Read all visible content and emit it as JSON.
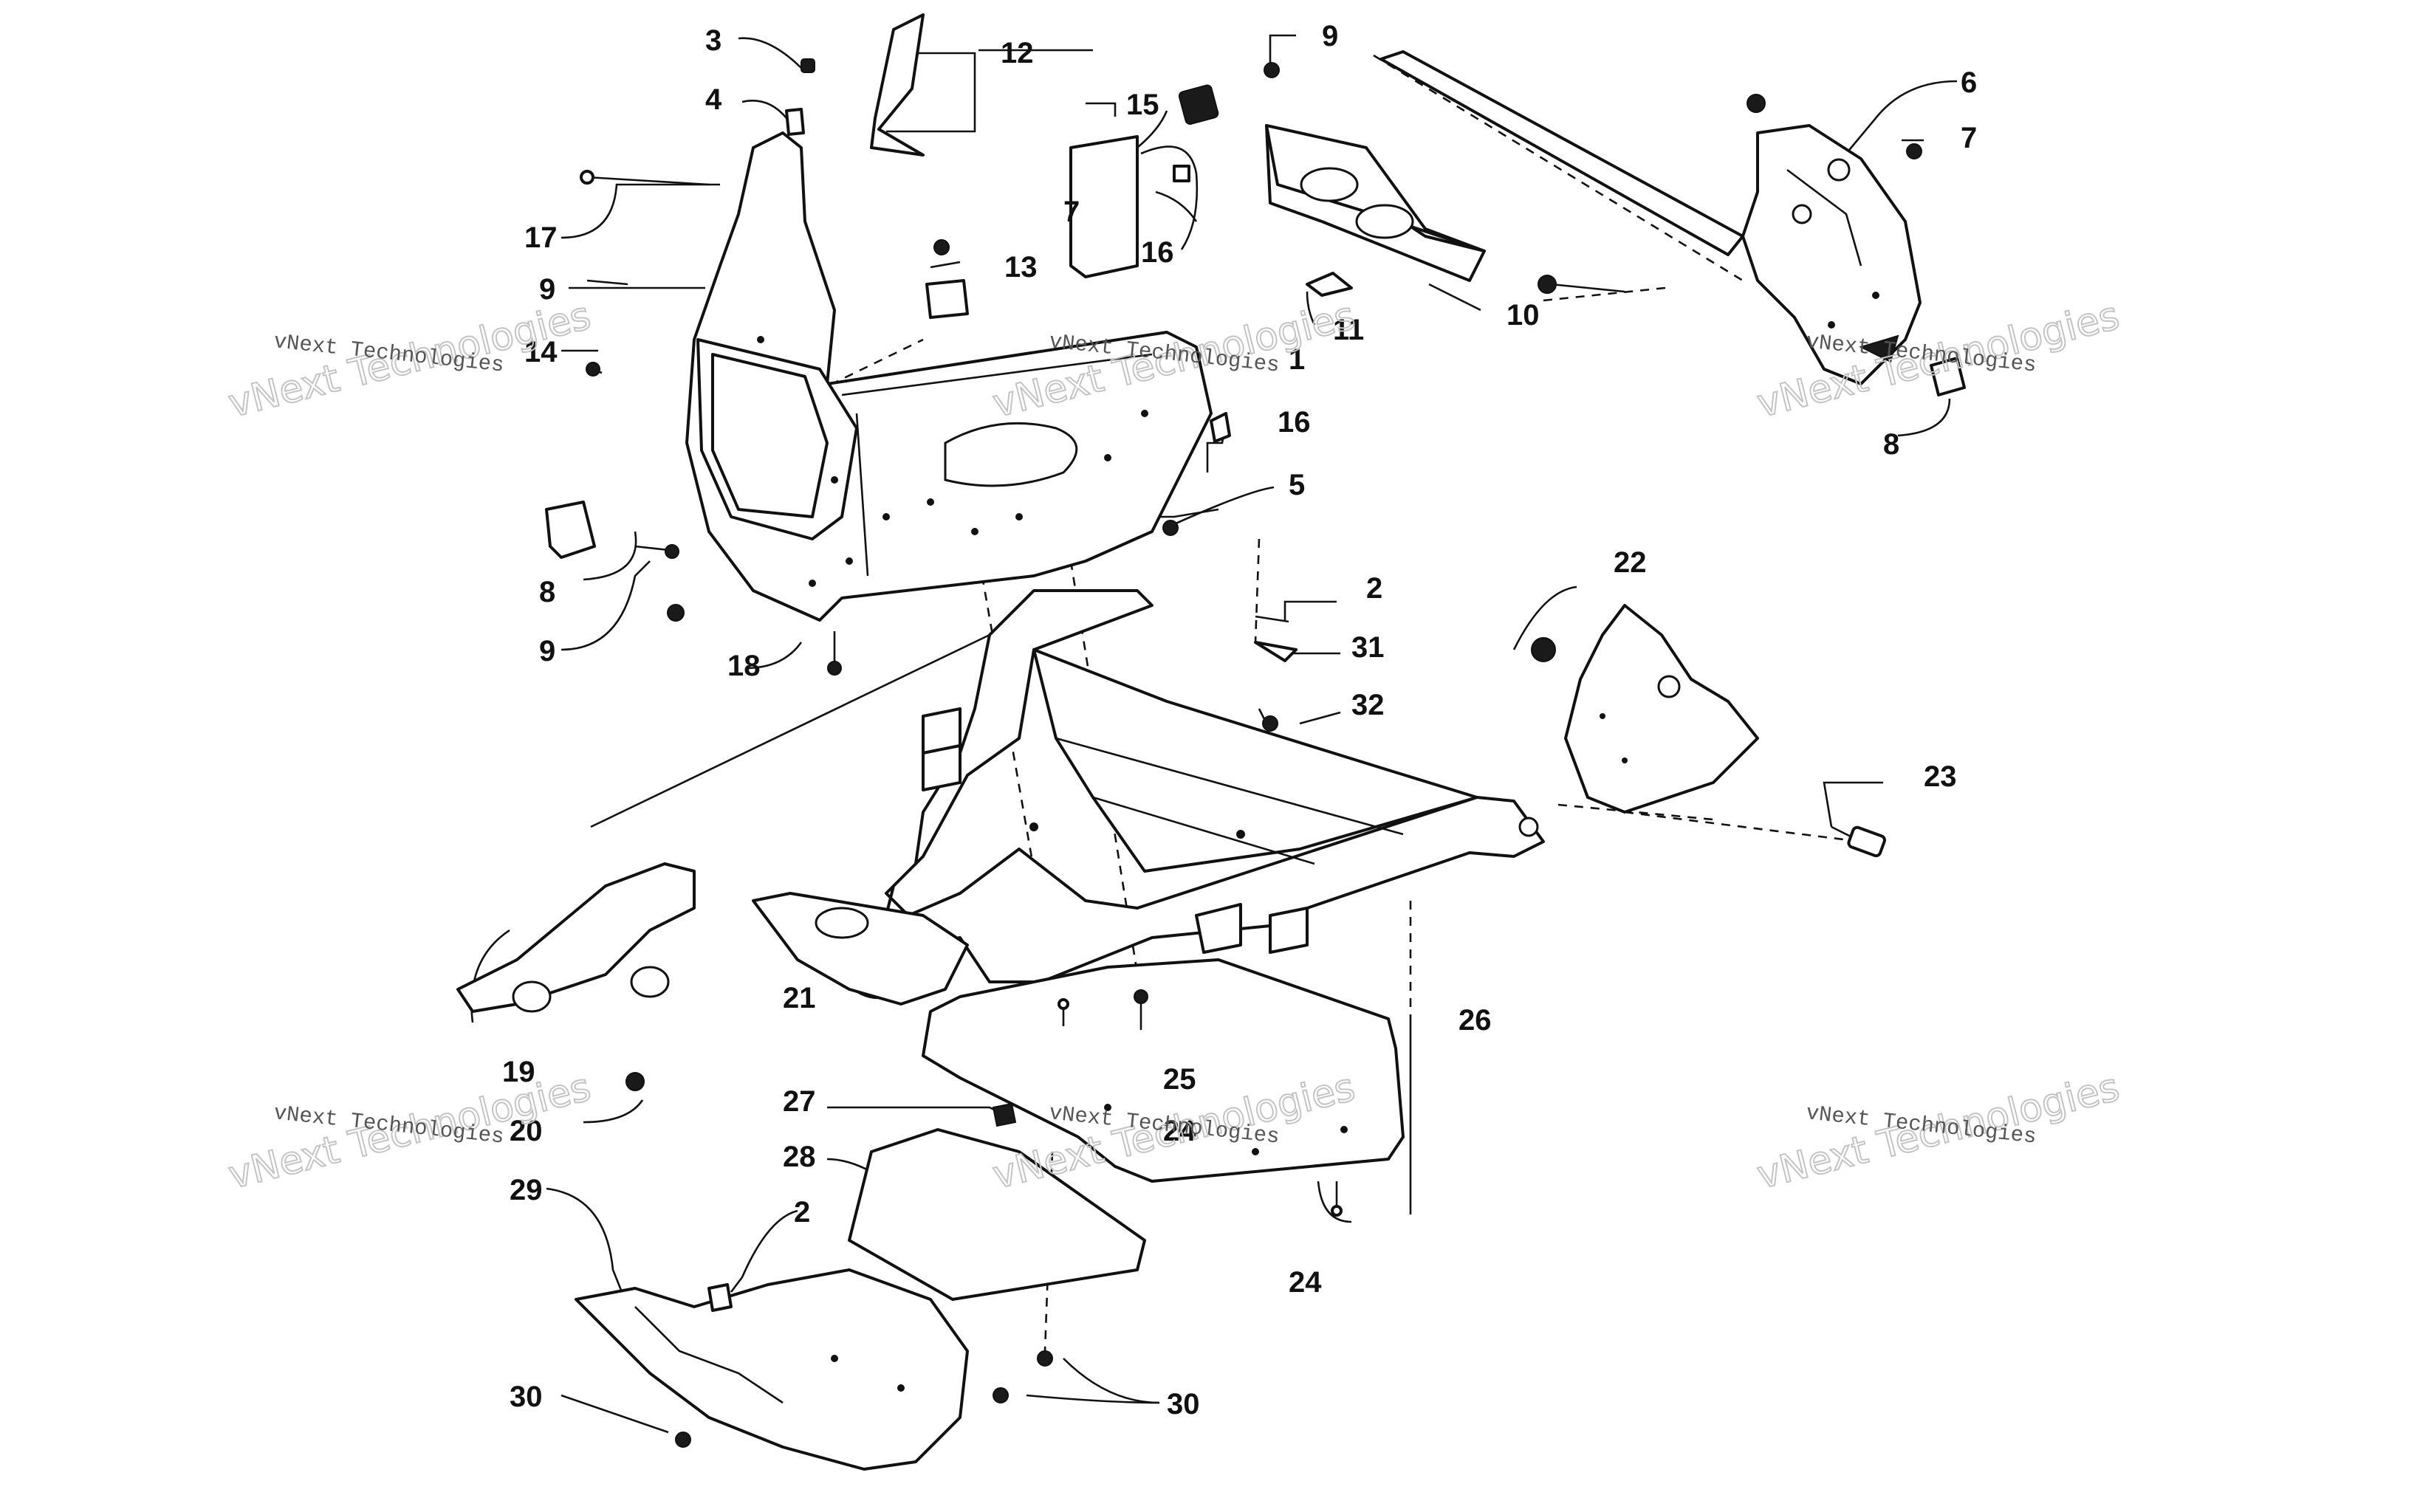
{
  "callouts": {
    "c1": "1",
    "c2a": "2",
    "c2b": "2",
    "c3": "3",
    "c4": "4",
    "c5": "5",
    "c6": "6",
    "c7a": "7",
    "c7b": "7",
    "c8a": "8",
    "c8b": "8",
    "c9a": "9",
    "c9b": "9",
    "c9c": "9",
    "c10": "10",
    "c11": "11",
    "c12": "12",
    "c13": "13",
    "c14": "14",
    "c15": "15",
    "c16a": "16",
    "c16b": "16",
    "c17": "17",
    "c18": "18",
    "c19": "19",
    "c20": "20",
    "c21": "21",
    "c22": "22",
    "c23": "23",
    "c24a": "24",
    "c24b": "24",
    "c25": "25",
    "c26": "26",
    "c27": "27",
    "c28": "28",
    "c29": "29",
    "c30a": "30",
    "c30b": "30",
    "c31": "31",
    "c32": "32"
  },
  "watermark": {
    "small": "vNext Technologies",
    "big": "vNext Technologies"
  }
}
